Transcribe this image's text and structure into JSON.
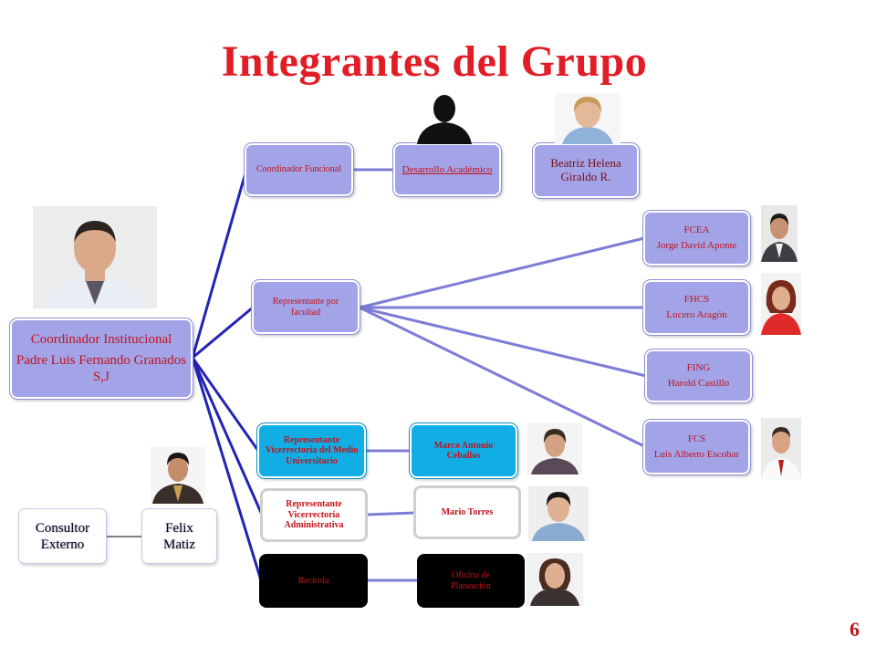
{
  "title": "Integrantes del Grupo",
  "page_number": "6",
  "coordinator": {
    "role": "Coordinador Institucional",
    "name": "Padre Luis Fernando Granados S,J"
  },
  "branches": {
    "funcional": {
      "label": "Coordinador Funcional",
      "area": "Desarrollo Académico",
      "member": "Beatriz Helena Giraldo R."
    },
    "facultad": {
      "label": "Representante por facultad",
      "faculties": [
        {
          "code": "FCEA",
          "name": "Jorge David Aponte"
        },
        {
          "code": "FHCS",
          "name": "Lucero Aragón"
        },
        {
          "code": "FING",
          "name": "Harold Castillo"
        },
        {
          "code": "FCS",
          "name": "Luis Alberto Escobar"
        }
      ]
    },
    "medio": {
      "label": "Representante Vicerrectoría del Medio Universitario",
      "member": "Marco Antonio Ceballos"
    },
    "admin": {
      "label": "Representante Vicerrectoría Administrativa",
      "member": "Mario Torres"
    },
    "rectoria": {
      "label": "Rectoría",
      "member": "Oficina de Planeación"
    }
  },
  "consultant": {
    "role": "Consultor Externo",
    "name": "Felix Matiz"
  },
  "colors": {
    "title": "#e11d26",
    "node_lavender": "#a3a3e8",
    "node_cyan": "#11aee6",
    "node_black": "#000000",
    "link_dark": "#2323b4",
    "link_light": "#7d7dd6"
  }
}
